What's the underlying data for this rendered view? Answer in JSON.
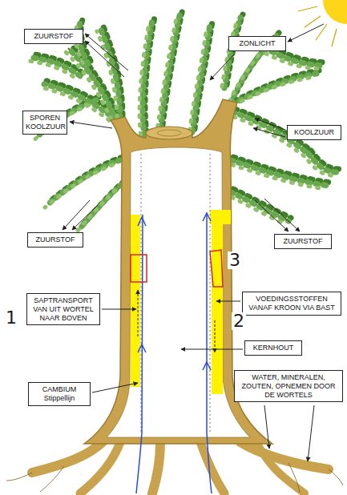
{
  "diagram": {
    "nodes": [
      {
        "text": [
          "ZUURSTOF"
        ]
      },
      {
        "text": [
          "ZONLICHT"
        ]
      },
      {
        "text": [
          "SPOREN KOOLZUUR"
        ]
      },
      {
        "text": [
          "KOOLZUUR"
        ]
      },
      {
        "text": [
          "ZUURSTOF"
        ]
      },
      {
        "text": [
          "ZUURSTOF"
        ]
      },
      {
        "text": [
          "SAPTRANSPORT VAN UIT WORTEL NAAR BOVEN"
        ]
      },
      {
        "text": [
          "VOEDINGSSTOFFEN VANAF KROON VIA BAST"
        ]
      },
      {
        "text": [
          "KERNHOUT"
        ]
      },
      {
        "text": [
          "CAMBIUM",
          "Stippellijn"
        ]
      },
      {
        "text": [
          "WATER, MINERALEN, ZOUTEN, OPNEMEN DOOR DE WORTELS"
        ]
      }
    ],
    "labels": [
      "3",
      "1",
      "2"
    ]
  }
}
